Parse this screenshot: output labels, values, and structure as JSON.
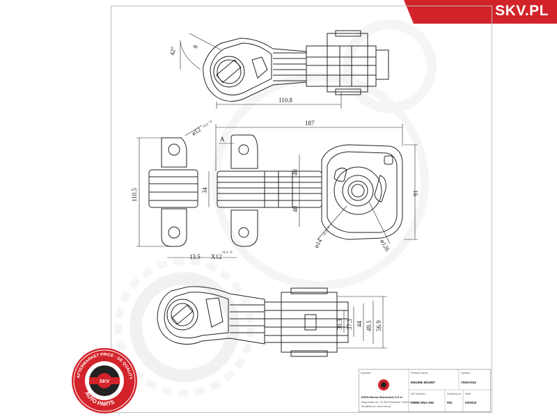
{
  "brand": {
    "logo_text": "SKV.PL",
    "banner_color": "#d3232a"
  },
  "dimensions": {
    "top_view": {
      "angle": "42°",
      "small": "8",
      "length": "110.8"
    },
    "front_view": {
      "overall_length": "187",
      "hole_label": "ø12",
      "hole_tol": "+0.2 / 0",
      "datum": "A",
      "height_left": "110.5",
      "inner_34": "34",
      "upper_40": "40",
      "lower_40": "40",
      "right_91": "91",
      "bore_14": "ø14",
      "bore_tol": "+0.2 / 0",
      "bore_r": "ø126",
      "bottom_a": "13.5",
      "bottom_b": "X12",
      "bottom_tol": "+0.2 / 0"
    },
    "side_view": {
      "d1": "30.3",
      "d2": "37.3",
      "d3": "44",
      "d4": "49.5",
      "d5": "56.9"
    }
  },
  "title_block": {
    "col1_label": "Importer",
    "col2_label": "Product name",
    "col3_label": "Symbol",
    "product_name": "ENGINE MOUNT",
    "symbol": "75SKV314",
    "oe_label": "OE Number",
    "oe_value": "50890-SNA-A81",
    "drawing_label": "Drawing no.",
    "drawing_value": "001",
    "date_label": "Date",
    "date_value": "03/2023",
    "company_line1": "ESEN Maciej Wiśniewski S.K.A.",
    "company_line2": "Rogowska 40, 37-800 Wrocław, Poland",
    "company_line3": "info@skv.pl, www.skv.pl"
  },
  "seal": {
    "ring_text": "AFTERMARKET PRICE · OE QUALITY",
    "center_text": "SKV",
    "bottom_text": "AUTO PARTS",
    "color": "#d3232a"
  }
}
